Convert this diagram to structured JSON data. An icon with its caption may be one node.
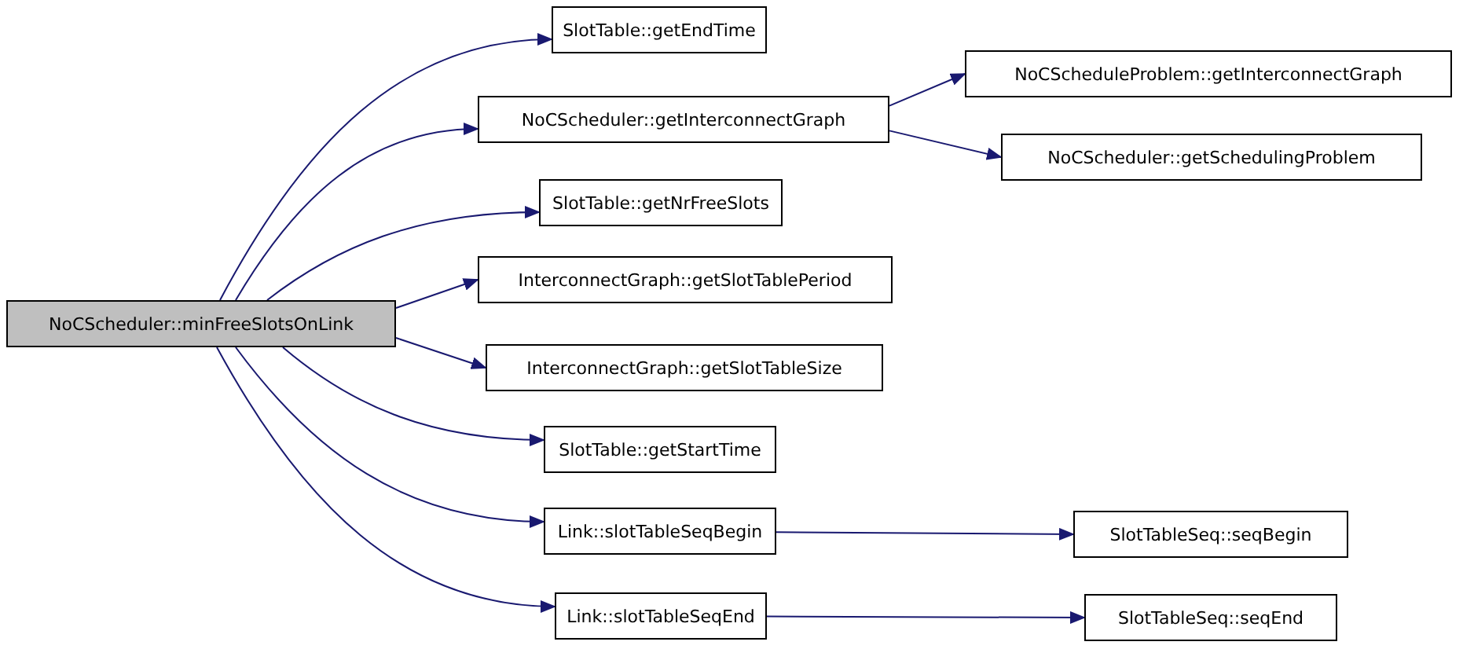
{
  "diagram": {
    "nodes": [
      {
        "text": [
          "NoCScheduler::minFreeSlotsOnLink"
        ]
      },
      {
        "text": [
          "SlotTable::getEndTime"
        ]
      },
      {
        "text": [
          "NoCScheduler::getInterconnectGraph"
        ]
      },
      {
        "text": [
          "NoCScheduleProblem::getInterconnectGraph"
        ]
      },
      {
        "text": [
          "NoCScheduler::getSchedulingProblem"
        ]
      },
      {
        "text": [
          "SlotTable::getNrFreeSlots"
        ]
      },
      {
        "text": [
          "InterconnectGraph::getSlotTablePeriod"
        ]
      },
      {
        "text": [
          "InterconnectGraph::getSlotTableSize"
        ]
      },
      {
        "text": [
          "SlotTable::getStartTime"
        ]
      },
      {
        "text": [
          "Link::slotTableSeqBegin"
        ]
      },
      {
        "text": [
          "SlotTableSeq::seqBegin"
        ]
      },
      {
        "text": [
          "Link::slotTableSeqEnd"
        ]
      },
      {
        "text": [
          "SlotTableSeq::seqEnd"
        ]
      }
    ],
    "edges": [
      {
        "from": 0,
        "to": 1,
        "arrow": "to"
      },
      {
        "from": 0,
        "to": 2,
        "arrow": "to"
      },
      {
        "from": 0,
        "to": 5,
        "arrow": "to"
      },
      {
        "from": 0,
        "to": 6,
        "arrow": "to"
      },
      {
        "from": 0,
        "to": 7,
        "arrow": "to"
      },
      {
        "from": 0,
        "to": 8,
        "arrow": "to"
      },
      {
        "from": 0,
        "to": 9,
        "arrow": "to"
      },
      {
        "from": 0,
        "to": 11,
        "arrow": "to"
      },
      {
        "from": 2,
        "to": 3,
        "arrow": "to"
      },
      {
        "from": 2,
        "to": 4,
        "arrow": "to"
      },
      {
        "from": 9,
        "to": 10,
        "arrow": "to"
      },
      {
        "from": 11,
        "to": 12,
        "arrow": "to"
      }
    ]
  }
}
